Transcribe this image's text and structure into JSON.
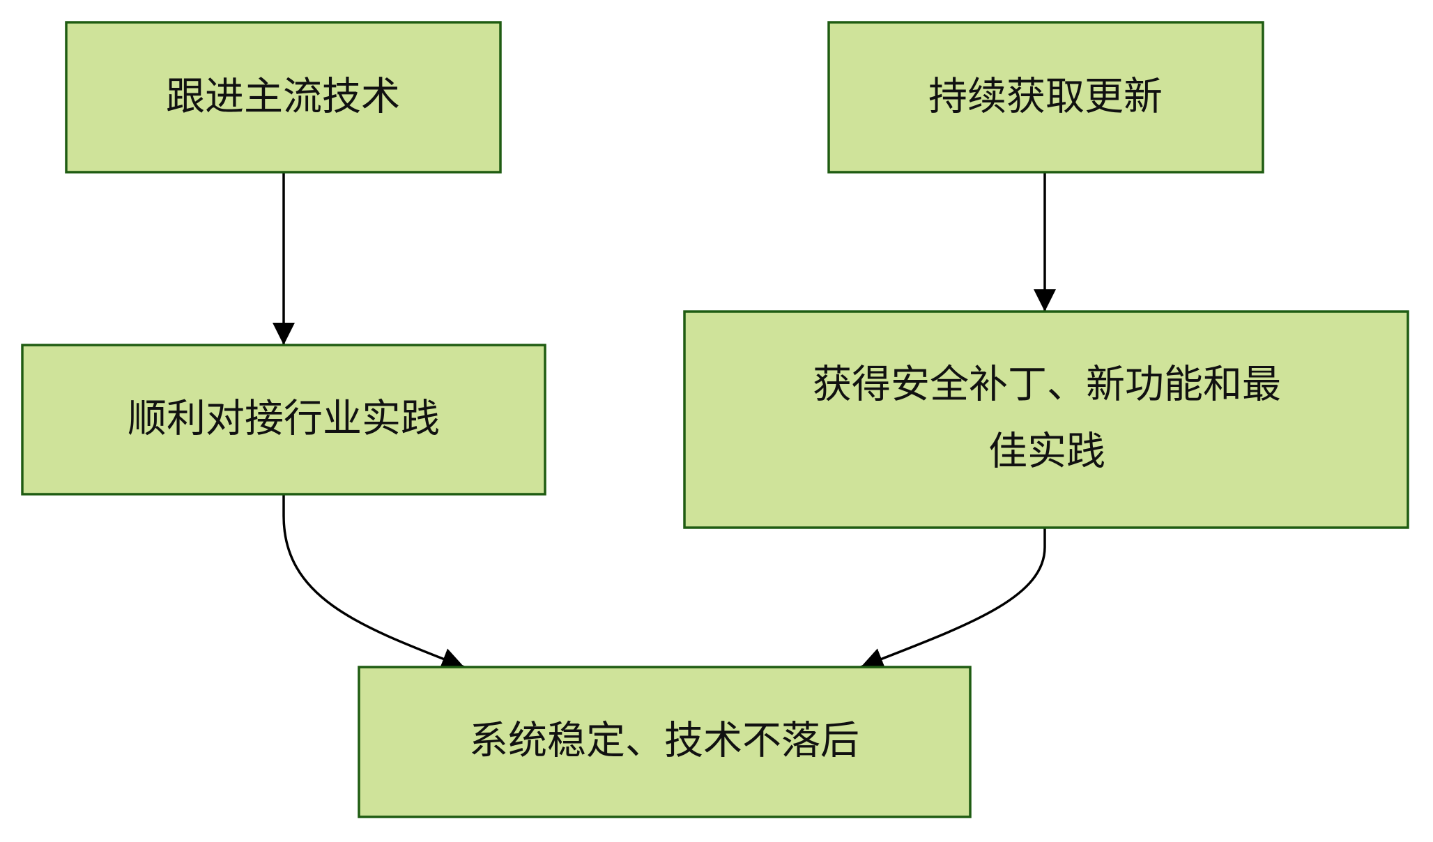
{
  "diagram": {
    "type": "flowchart",
    "colors": {
      "node_fill": "#cfe39a",
      "node_border": "#1f5c12",
      "edge": "#000000",
      "text": "#111111"
    },
    "nodes": [
      {
        "id": "n1",
        "label": "跟进主流技术"
      },
      {
        "id": "n2",
        "label": "持续获取更新"
      },
      {
        "id": "n3",
        "label": "顺利对接行业实践"
      },
      {
        "id": "n4",
        "lines": [
          "获得安全补丁、新功能和最",
          "佳实践"
        ]
      },
      {
        "id": "n5",
        "label": "系统稳定、技术不落后"
      }
    ],
    "edges": [
      {
        "from": "n1",
        "to": "n3"
      },
      {
        "from": "n2",
        "to": "n4"
      },
      {
        "from": "n3",
        "to": "n5"
      },
      {
        "from": "n4",
        "to": "n5"
      }
    ]
  }
}
